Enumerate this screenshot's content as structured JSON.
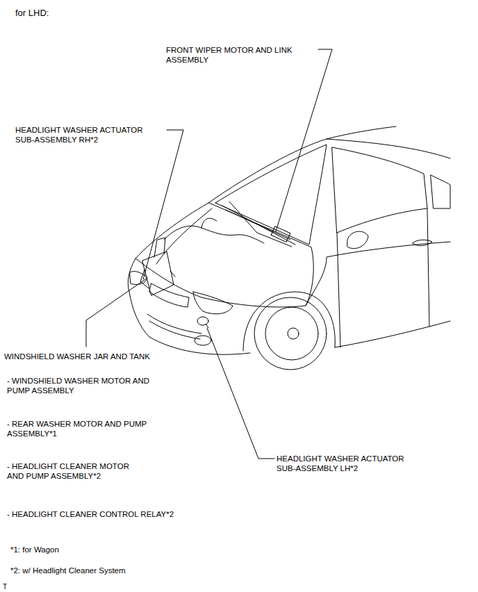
{
  "diagram": {
    "title": "for LHD:",
    "labels": [
      "FRONT WIPER MOTOR AND LINK ASSEMBLY",
      "HEADLIGHT WASHER ACTUATOR SUB-ASSEMBLY RH*2",
      "WINDSHIELD WASHER JAR AND TANK",
      "- WINDSHIELD WASHER MOTOR AND PUMP ASSEMBLY",
      "- REAR WASHER MOTOR AND PUMP ASSEMBLY*1",
      "- HEADLIGHT CLEANER MOTOR AND PUMP ASSEMBLY*2",
      "- HEADLIGHT CLEANER CONTROL RELAY*2",
      "HEADLIGHT WASHER ACTUATOR SUB-ASSEMBLY LH*2",
      "*1: for Wagon",
      "*2: w/ Headlight Cleaner System",
      "T"
    ]
  }
}
